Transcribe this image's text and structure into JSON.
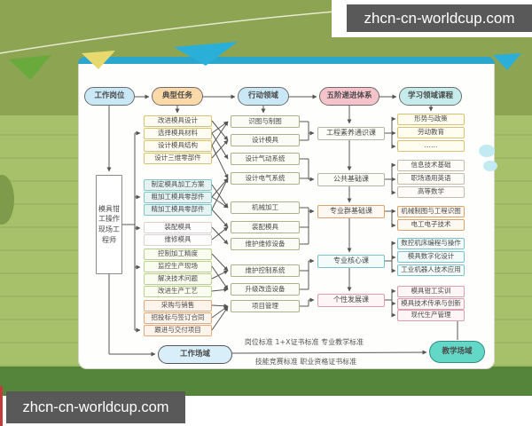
{
  "watermark_top": "zhcn-cn-worldcup.com",
  "watermark_bottom": "zhcn-cn-worldcup.com",
  "headers": {
    "job": "工作岗位",
    "tasks": "典型任务",
    "action": "行动领域",
    "system": "五阶递进体系",
    "courses": "学习领域课程"
  },
  "job_role": "模具钳工操作现场工程师",
  "task_groups": [
    {
      "items": [
        "改进模具设计",
        "选择模具材料",
        "设计模具结构",
        "设计三维零部件"
      ]
    },
    {
      "items": [
        "制定模具加工方案",
        "粗加工模具零部件",
        "精加工模具零部件"
      ]
    },
    {
      "items": [
        "装配模具",
        "维修模具"
      ]
    },
    {
      "items": [
        "控制加工精度",
        "监控生产现场",
        "解决技术问题",
        "改进生产工艺"
      ]
    },
    {
      "items": [
        "采购与销售",
        "招投标与签订合同",
        "跟进与交付项目"
      ]
    }
  ],
  "action_domains": [
    "识图与制图",
    "设计模具",
    "设计气动系统",
    "设计电气系统",
    "机械加工",
    "装配模具",
    "维护维修设备",
    "维护控制系统",
    "升级改造设备",
    "项目管理"
  ],
  "stages": [
    "工程素养通识课",
    "公共基础课",
    "专业群基础课",
    "专业核心课",
    "个性发展课"
  ],
  "course_groups": [
    {
      "items": [
        "形势与政策",
        "劳动教育",
        "……"
      ]
    },
    {
      "items": [
        "信息技术基础",
        "职场通用英语",
        "高等数学"
      ]
    },
    {
      "items": [
        "机械制图与工程识图",
        "电工电子技术"
      ]
    },
    {
      "items": [
        "数控机床编程与操作",
        "模具数字化设计",
        "工业机器人技术应用"
      ]
    },
    {
      "items": [
        "模具钳工实训",
        "模具技术传承与创新",
        "现代生产管理"
      ]
    }
  ],
  "bottom": {
    "work_field": "工作场域",
    "teach_field": "教学场域",
    "standards_line1": "岗位标准 1+X证书标准 专业教学标准",
    "standards_line2": "技能竞赛标准 职业资格证书标准"
  },
  "colors": {
    "card_top_bar": "#2ba6cd",
    "header_job_fill": "#c9e7f5",
    "header_tasks_fill": "#fbd9a8",
    "header_system_fill": "#f6c3ca",
    "header_courses_fill": "#c5ecea",
    "teach_field_fill": "#63d8c6",
    "watermark_bg": "#595959",
    "accent_red": "#c43b3b",
    "background_green": "#a7c06a",
    "bottom_band_green": "#55853b"
  }
}
